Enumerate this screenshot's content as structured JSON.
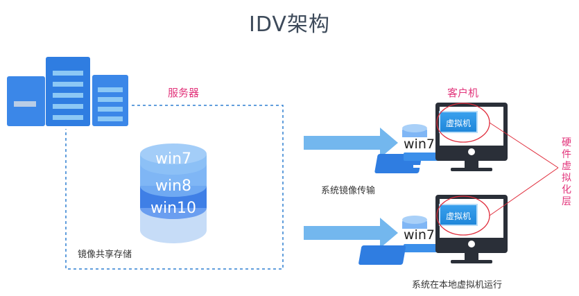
{
  "title": "IDV架构",
  "server": {
    "label": "服务器",
    "storage_label": "镜像共享存储"
  },
  "images": [
    "win7",
    "win8",
    "win10"
  ],
  "transfer_label": "系统镜像传输",
  "client": {
    "label": "客户机",
    "vm_label": "虚拟机",
    "os_label": "win7",
    "run_label": "系统在本地虚拟机运行",
    "hw_label": "硬件虚拟化层"
  },
  "colors": {
    "accent": "#e2337a",
    "server_blue": "#2f7de1",
    "arrow": "#73b7ee",
    "dashed": "#2d7fd1"
  }
}
